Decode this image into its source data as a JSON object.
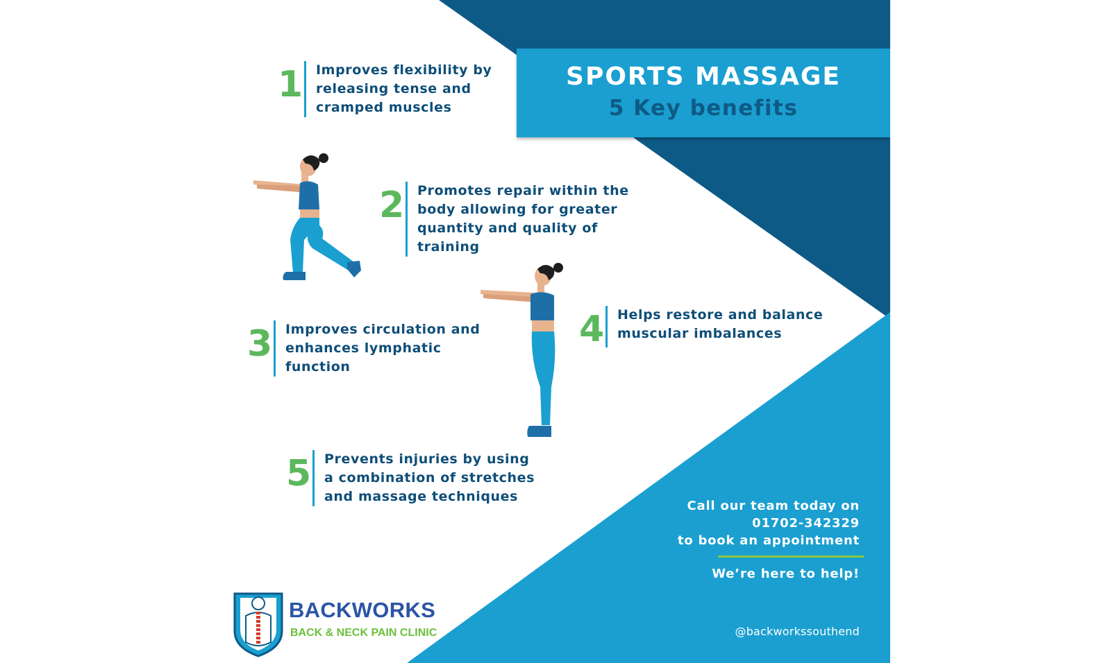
{
  "title": {
    "main": "SPORTS MASSAGE",
    "sub": "5 Key benefits"
  },
  "benefits": [
    {
      "number": "1",
      "lines": [
        "Improves flexibility by",
        "releasing tense and",
        "cramped muscles"
      ]
    },
    {
      "number": "2",
      "lines": [
        "Promotes repair within the",
        "body allowing for greater",
        "quantity and quality of",
        "training"
      ]
    },
    {
      "number": "3",
      "lines": [
        "Improves circulation and",
        "enhances lymphatic",
        "function"
      ]
    },
    {
      "number": "4",
      "lines": [
        "Helps restore and balance",
        "muscular imbalances"
      ]
    },
    {
      "number": "5",
      "lines": [
        "Prevents injuries by using",
        "a combination of stretches",
        "and massage techniques"
      ]
    }
  ],
  "contact": {
    "line1": "Call our team today on",
    "phone": "01702-342329",
    "line3": "to book an appointment",
    "help": "We’re here to help!",
    "handle": "@backworkssouthend"
  },
  "logo": {
    "name": "BACKWORKS",
    "tagline": "BACK & NECK PAIN CLINIC"
  },
  "colors": {
    "dark_blue": "#0e5a86",
    "bright_blue": "#1a9fd0",
    "green": "#5cb85c",
    "text_navy": "#0e4e78",
    "skin": "#e8b38f",
    "hair": "#1e1e1e"
  },
  "icons": [
    "lunge-figure-icon",
    "standing-squat-figure-icon",
    "spine-shield-logo-icon"
  ]
}
